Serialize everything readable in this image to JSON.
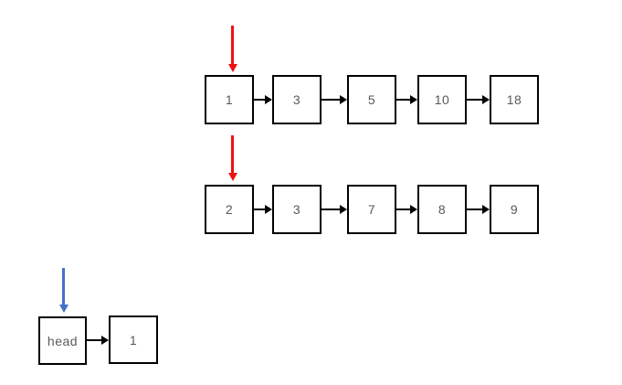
{
  "colors": {
    "background": "#ffffff",
    "node_border": "#000000",
    "node_text": "#595959",
    "connector": "#000000",
    "pointer_red": "#ee1111",
    "pointer_blue": "#4472c4"
  },
  "lists": [
    {
      "id": "list1",
      "pointer": "red",
      "nodes": [
        "1",
        "3",
        "5",
        "10",
        "18"
      ]
    },
    {
      "id": "list2",
      "pointer": "red",
      "nodes": [
        "2",
        "3",
        "7",
        "8",
        "9"
      ]
    },
    {
      "id": "result",
      "pointer": "blue",
      "nodes": [
        "head",
        "1"
      ]
    }
  ]
}
